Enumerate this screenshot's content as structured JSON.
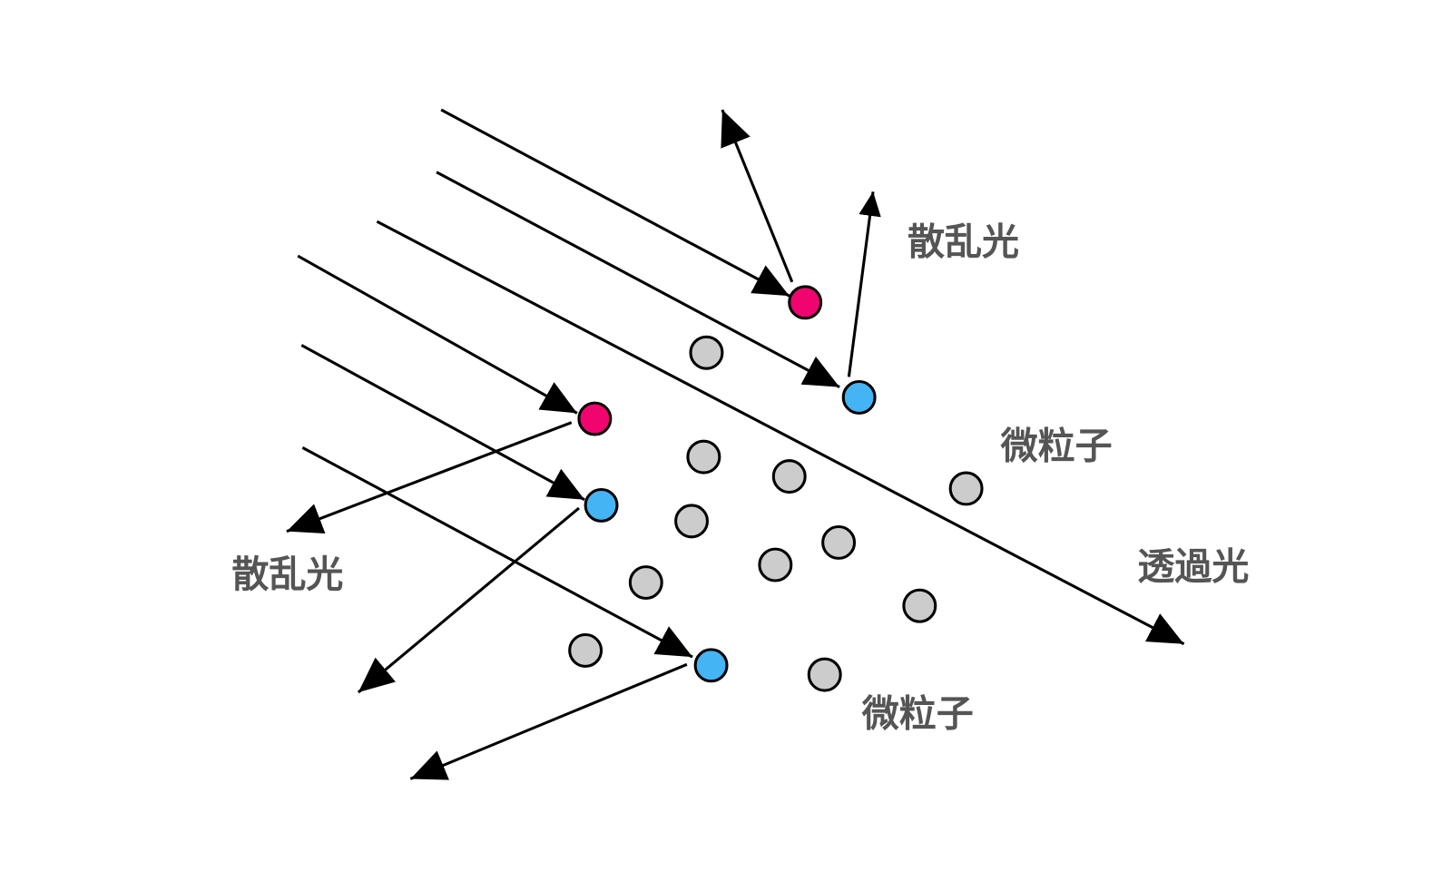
{
  "labels": {
    "scattered_light_top": "散乱光",
    "particles_right": "微粒子",
    "transmitted_light": "透過光",
    "scattered_light_left": "散乱光",
    "particles_bottom": "微粒子"
  },
  "colors": {
    "scattering_particle_pink": "#f0056e",
    "scattering_particle_blue": "#44b4f5",
    "particle_gray": "#cccccc",
    "label_text": "#555555",
    "arrow": "#000000"
  }
}
